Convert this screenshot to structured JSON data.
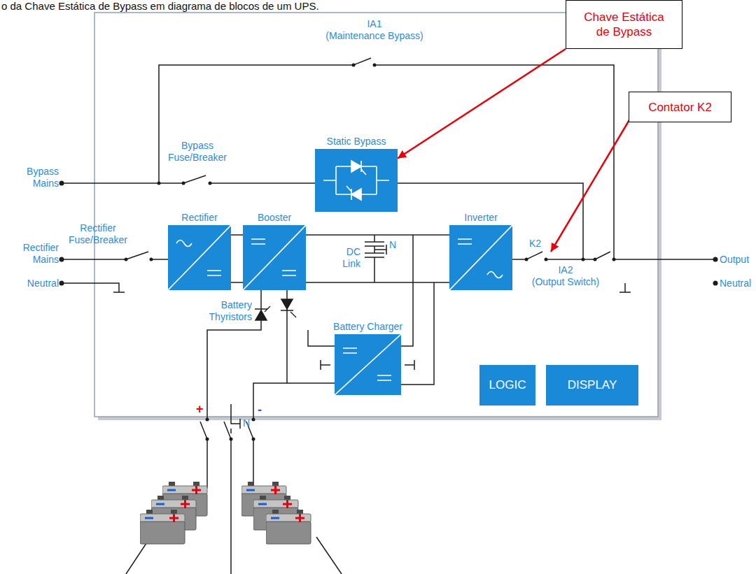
{
  "diagram": {
    "caption": "o da Chave Estática de Bypass em diagrama de blocos de um UPS.",
    "nodes": [
      {
        "text": [
          "Chave Estática de Bypass"
        ]
      },
      {
        "text": [
          "Static Bypass"
        ]
      },
      {
        "text": [
          "Contator K2"
        ]
      },
      {
        "text": [
          "Rectifier"
        ]
      },
      {
        "text": [
          "Booster"
        ]
      },
      {
        "text": [
          "Inverter"
        ]
      },
      {
        "text": [
          "Battery Charger"
        ]
      },
      {
        "text": [
          "LOGIC"
        ]
      },
      {
        "text": [
          "DISPLAY"
        ]
      }
    ],
    "edges": [
      {
        "from": 0,
        "to": 1,
        "arrow": "to"
      },
      {
        "from": 3,
        "to": 4,
        "arrow": "none"
      },
      {
        "from": 3,
        "to": 4,
        "arrow": "none"
      },
      {
        "from": 4,
        "to": 5,
        "arrow": "none"
      },
      {
        "from": 4,
        "to": 5,
        "arrow": "none"
      }
    ],
    "labels": [
      "IA1",
      "(Maintenance Bypass)",
      "Bypass Fuse/Breaker",
      "Bypass Mains",
      "Rectifier Fuse/Breaker",
      "Rectifier Mains",
      "Neutral",
      "DC Link",
      "N",
      "K2",
      "IA2",
      "(Output Switch)",
      "Output",
      "Neutral",
      "Battery Thyristors",
      "+",
      "N",
      "-"
    ]
  }
}
